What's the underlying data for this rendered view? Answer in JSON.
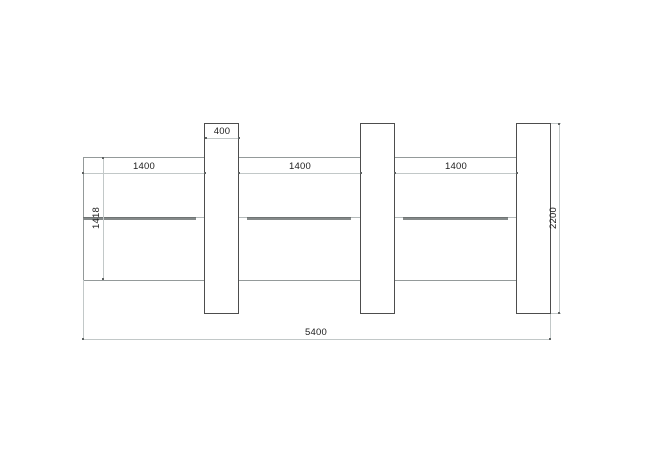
{
  "drawing": {
    "background": "#ffffff",
    "colors": {
      "column_outline": "#4d4d4d",
      "panel_outline": "#949a9a",
      "dimension_line": "#c2c8c8",
      "shelf_bar": "#858a8a",
      "text": "#1c1c1c"
    },
    "dimensions": {
      "column_width_top": {
        "label": "400",
        "value": 400
      },
      "bay_1": {
        "label": "1400",
        "value": 1400
      },
      "bay_2": {
        "label": "1400",
        "value": 1400
      },
      "bay_3": {
        "label": "1400",
        "value": 1400
      },
      "panel_height": {
        "label": "1418",
        "value": 1418
      },
      "column_height": {
        "label": "2200",
        "value": 2200
      },
      "total_width": {
        "label": "5400",
        "value": 5400
      }
    }
  }
}
